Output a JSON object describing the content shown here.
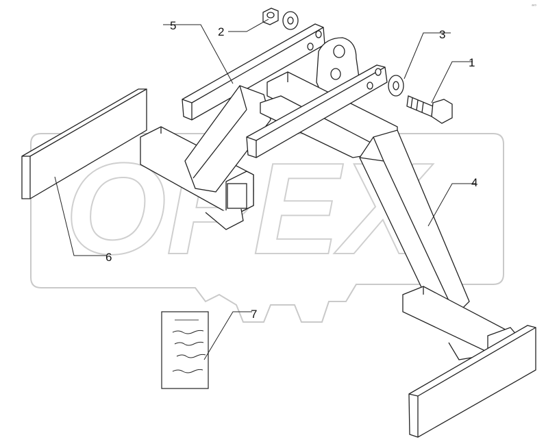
{
  "callouts": {
    "c1": "1",
    "c2": "2",
    "c3": "3",
    "c4": "4",
    "c5": "5",
    "c6": "6",
    "c7": "7"
  },
  "watermark": {
    "text": "OPEX",
    "color": "#c8c8c8"
  },
  "corner_mark": "ᵃᵒ",
  "colors": {
    "line": "#222222",
    "callout": "#111111",
    "watermark": "#c8c8c8"
  }
}
